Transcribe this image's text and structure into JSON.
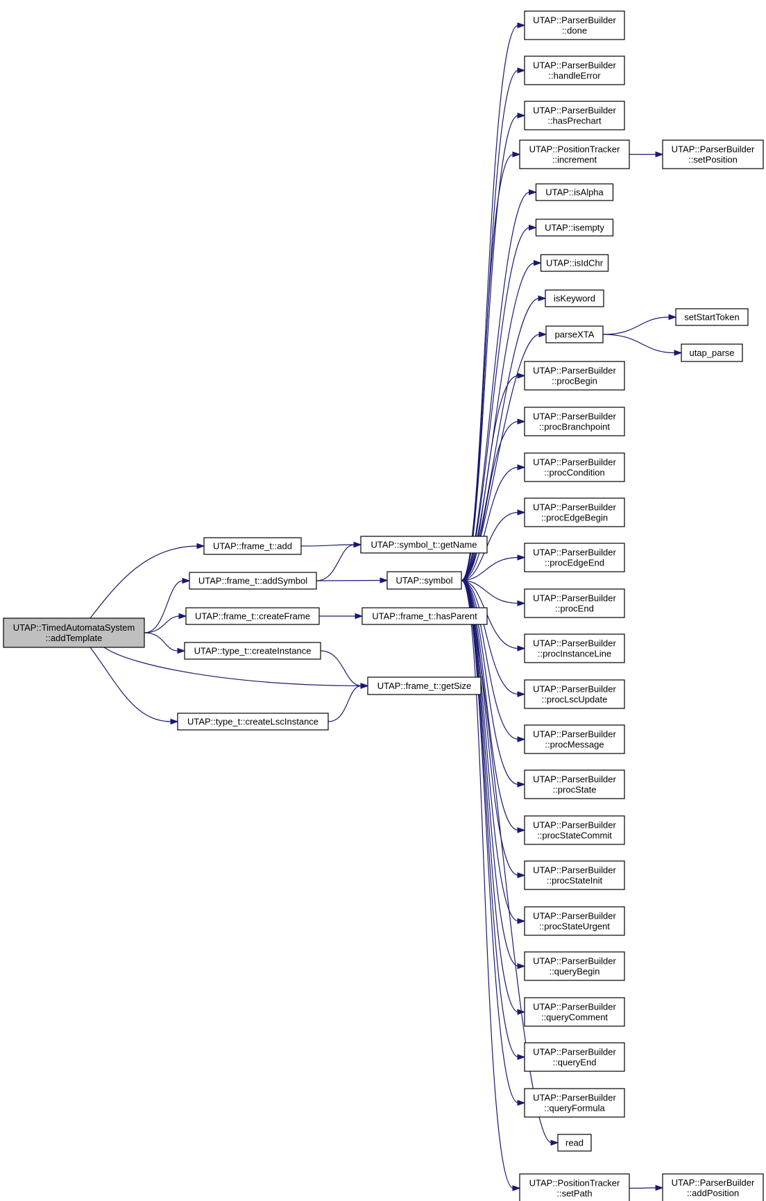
{
  "graph": {
    "nodes": [
      {
        "id": "root",
        "lines": [
          "UTAP::TimedAutomataSystem",
          "::addTemplate"
        ],
        "root": true
      },
      {
        "id": "add",
        "lines": [
          "UTAP::frame_t::add"
        ]
      },
      {
        "id": "addSymbol",
        "lines": [
          "UTAP::frame_t::addSymbol"
        ]
      },
      {
        "id": "createFrame",
        "lines": [
          "UTAP::frame_t::createFrame"
        ]
      },
      {
        "id": "createInstance",
        "lines": [
          "UTAP::type_t::createInstance"
        ]
      },
      {
        "id": "createLsc",
        "lines": [
          "UTAP::type_t::createLscInstance"
        ]
      },
      {
        "id": "getName",
        "lines": [
          "UTAP::symbol_t::getName"
        ]
      },
      {
        "id": "symbol",
        "lines": [
          "UTAP::symbol"
        ]
      },
      {
        "id": "hasParent",
        "lines": [
          "UTAP::frame_t::hasParent"
        ]
      },
      {
        "id": "getSize",
        "lines": [
          "UTAP::frame_t::getSize"
        ]
      },
      {
        "id": "done",
        "lines": [
          "UTAP::ParserBuilder",
          "::done"
        ]
      },
      {
        "id": "handleError",
        "lines": [
          "UTAP::ParserBuilder",
          "::handleError"
        ]
      },
      {
        "id": "hasPrechart",
        "lines": [
          "UTAP::ParserBuilder",
          "::hasPrechart"
        ]
      },
      {
        "id": "increment",
        "lines": [
          "UTAP::PositionTracker",
          "::increment"
        ]
      },
      {
        "id": "isAlpha",
        "lines": [
          "UTAP::isAlpha"
        ]
      },
      {
        "id": "isempty",
        "lines": [
          "UTAP::isempty"
        ]
      },
      {
        "id": "isIdChr",
        "lines": [
          "UTAP::isIdChr"
        ]
      },
      {
        "id": "isKeyword",
        "lines": [
          "isKeyword"
        ]
      },
      {
        "id": "parseXTA",
        "lines": [
          "parseXTA"
        ]
      },
      {
        "id": "procBegin",
        "lines": [
          "UTAP::ParserBuilder",
          "::procBegin"
        ]
      },
      {
        "id": "procBranchpoint",
        "lines": [
          "UTAP::ParserBuilder",
          "::procBranchpoint"
        ]
      },
      {
        "id": "procCondition",
        "lines": [
          "UTAP::ParserBuilder",
          "::procCondition"
        ]
      },
      {
        "id": "procEdgeBegin",
        "lines": [
          "UTAP::ParserBuilder",
          "::procEdgeBegin"
        ]
      },
      {
        "id": "procEdgeEnd",
        "lines": [
          "UTAP::ParserBuilder",
          "::procEdgeEnd"
        ]
      },
      {
        "id": "procEnd",
        "lines": [
          "UTAP::ParserBuilder",
          "::procEnd"
        ]
      },
      {
        "id": "procInstanceLine",
        "lines": [
          "UTAP::ParserBuilder",
          "::procInstanceLine"
        ]
      },
      {
        "id": "procLscUpdate",
        "lines": [
          "UTAP::ParserBuilder",
          "::procLscUpdate"
        ]
      },
      {
        "id": "procMessage",
        "lines": [
          "UTAP::ParserBuilder",
          "::procMessage"
        ]
      },
      {
        "id": "procState",
        "lines": [
          "UTAP::ParserBuilder",
          "::procState"
        ]
      },
      {
        "id": "procStateCommit",
        "lines": [
          "UTAP::ParserBuilder",
          "::procStateCommit"
        ]
      },
      {
        "id": "procStateInit",
        "lines": [
          "UTAP::ParserBuilder",
          "::procStateInit"
        ]
      },
      {
        "id": "procStateUrgent",
        "lines": [
          "UTAP::ParserBuilder",
          "::procStateUrgent"
        ]
      },
      {
        "id": "queryBegin",
        "lines": [
          "UTAP::ParserBuilder",
          "::queryBegin"
        ]
      },
      {
        "id": "queryComment",
        "lines": [
          "UTAP::ParserBuilder",
          "::queryComment"
        ]
      },
      {
        "id": "queryEnd",
        "lines": [
          "UTAP::ParserBuilder",
          "::queryEnd"
        ]
      },
      {
        "id": "queryFormula",
        "lines": [
          "UTAP::ParserBuilder",
          "::queryFormula"
        ]
      },
      {
        "id": "read",
        "lines": [
          "read"
        ]
      },
      {
        "id": "setPath",
        "lines": [
          "UTAP::PositionTracker",
          "::setPath"
        ]
      },
      {
        "id": "setPosition",
        "lines": [
          "UTAP::ParserBuilder",
          "::setPosition"
        ]
      },
      {
        "id": "setStartToken",
        "lines": [
          "setStartToken"
        ]
      },
      {
        "id": "utap_parse",
        "lines": [
          "utap_parse"
        ]
      },
      {
        "id": "addPosition",
        "lines": [
          "UTAP::ParserBuilder",
          "::addPosition"
        ]
      }
    ],
    "edges": [
      [
        "root",
        "add"
      ],
      [
        "root",
        "addSymbol"
      ],
      [
        "root",
        "createFrame"
      ],
      [
        "root",
        "createInstance"
      ],
      [
        "root",
        "getSize"
      ],
      [
        "root",
        "createLsc"
      ],
      [
        "add",
        "getName"
      ],
      [
        "addSymbol",
        "getName"
      ],
      [
        "addSymbol",
        "symbol"
      ],
      [
        "createFrame",
        "hasParent"
      ],
      [
        "createInstance",
        "getSize"
      ],
      [
        "createLsc",
        "getSize"
      ],
      [
        "symbol",
        "done"
      ],
      [
        "symbol",
        "handleError"
      ],
      [
        "symbol",
        "hasPrechart"
      ],
      [
        "symbol",
        "increment"
      ],
      [
        "symbol",
        "isAlpha"
      ],
      [
        "symbol",
        "isempty"
      ],
      [
        "symbol",
        "isIdChr"
      ],
      [
        "symbol",
        "isKeyword"
      ],
      [
        "symbol",
        "parseXTA"
      ],
      [
        "symbol",
        "procBegin"
      ],
      [
        "symbol",
        "procBranchpoint"
      ],
      [
        "symbol",
        "procCondition"
      ],
      [
        "symbol",
        "procEdgeBegin"
      ],
      [
        "symbol",
        "procEdgeEnd"
      ],
      [
        "symbol",
        "procEnd"
      ],
      [
        "symbol",
        "procInstanceLine"
      ],
      [
        "symbol",
        "procLscUpdate"
      ],
      [
        "symbol",
        "procMessage"
      ],
      [
        "symbol",
        "procState"
      ],
      [
        "symbol",
        "procStateCommit"
      ],
      [
        "symbol",
        "procStateInit"
      ],
      [
        "symbol",
        "procStateUrgent"
      ],
      [
        "symbol",
        "queryBegin"
      ],
      [
        "symbol",
        "queryComment"
      ],
      [
        "symbol",
        "queryEnd"
      ],
      [
        "symbol",
        "queryFormula"
      ],
      [
        "symbol",
        "read"
      ],
      [
        "symbol",
        "setPath"
      ],
      [
        "increment",
        "setPosition"
      ],
      [
        "parseXTA",
        "setStartToken"
      ],
      [
        "parseXTA",
        "utap_parse"
      ],
      [
        "setPath",
        "addPosition"
      ]
    ],
    "colors": {
      "edge": "#191970",
      "root_fill": "#bfbfbf",
      "node_fill": "#ffffff"
    }
  }
}
